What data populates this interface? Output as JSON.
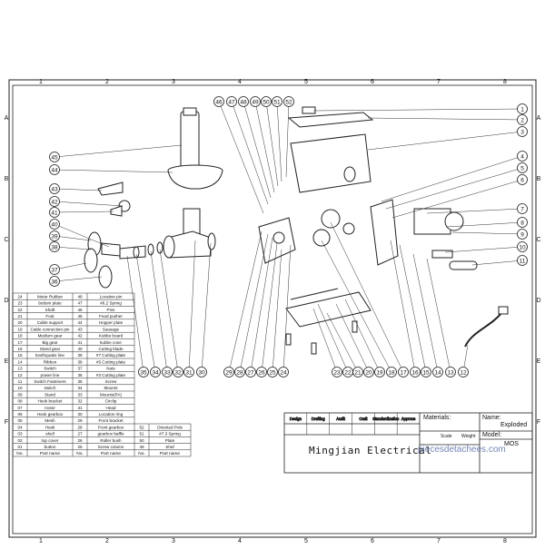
{
  "frame": {
    "cols_top": [
      "1",
      "2",
      "3",
      "4",
      "5",
      "6",
      "7",
      "8"
    ],
    "rows_left": [
      "A",
      "B",
      "C",
      "D",
      "E",
      "F"
    ]
  },
  "callouts": [
    "1",
    "2",
    "3",
    "4",
    "5",
    "6",
    "7",
    "8",
    "9",
    "10",
    "11",
    "12",
    "13",
    "14",
    "15",
    "16",
    "17",
    "18",
    "19",
    "20",
    "21",
    "22",
    "23",
    "24",
    "25",
    "26",
    "27",
    "28",
    "29",
    "30",
    "31",
    "32",
    "33",
    "34",
    "35",
    "36",
    "37",
    "38",
    "39",
    "40",
    "41",
    "42",
    "43",
    "44",
    "45",
    "46",
    "47",
    "48",
    "49",
    "50",
    "51",
    "52"
  ],
  "parts_table": {
    "headers": [
      "No.",
      "Part name",
      "No.",
      "Part name",
      "No.",
      "Part name"
    ],
    "rows": [
      [
        "24",
        "Motor Rubber",
        "48",
        "Location pin"
      ],
      [
        "23",
        "bottom plate",
        "47",
        "#6.2 Spring"
      ],
      [
        "22",
        "Shaft",
        "46",
        "Pins"
      ],
      [
        "21",
        "Foot",
        "45",
        "Food pusher"
      ],
      [
        "20",
        "Cable support",
        "44",
        "Hopper plate"
      ],
      [
        "19",
        "Cable connection pin",
        "43",
        "Sausage"
      ],
      [
        "18",
        "Medium gear",
        "42",
        "Kubbe board"
      ],
      [
        "17",
        "Big gear",
        "41",
        "kubbe cone"
      ],
      [
        "16",
        "Stand gear",
        "40",
        "Cutting blade"
      ],
      [
        "15",
        "Earthquake line",
        "39",
        "#7 Cutting plate"
      ],
      [
        "14",
        "Ribbon",
        "38",
        "#5 Cutting plate"
      ],
      [
        "13",
        "Switch",
        "37",
        "Nuts"
      ],
      [
        "12",
        "power line",
        "36",
        "#3 Cutting plate"
      ],
      [
        "11",
        "Switch Fasteners",
        "35",
        "Screw"
      ],
      [
        "10",
        "switch",
        "34",
        "Mounts"
      ],
      [
        "09",
        "Stand",
        "33",
        "Mounts(PA)"
      ],
      [
        "08",
        "Hook bracket",
        "32",
        "Circlip"
      ],
      [
        "07",
        "motor",
        "31",
        "Head"
      ],
      [
        "06",
        "Hook gearbox",
        "30",
        "Location ring"
      ],
      [
        "05",
        "Mesh",
        "29",
        "Front bracket"
      ],
      [
        "04",
        "Hook",
        "28",
        "Front gearbox",
        "52",
        "Oriented Pole"
      ],
      [
        "03",
        "shell",
        "27",
        "gearbox baffle",
        "51",
        "#7.3 Spring"
      ],
      [
        "02",
        "top cover",
        "26",
        "Roller bush",
        "50",
        "Plate"
      ],
      [
        "01",
        "button",
        "25",
        "Screw column",
        "49",
        "Shaf"
      ]
    ]
  },
  "title_block": {
    "sign_row": [
      "Design",
      "Drafting",
      "Audit",
      "Craft",
      "Standardization",
      "Approve"
    ],
    "materials_label": "Materials:",
    "name_label": "Name:",
    "name_value": "Exploded",
    "scale_label": "Scale",
    "weight_label": "Weight",
    "model_label": "Model:",
    "model_value": "MOS",
    "company": "Mingjian Electrical"
  },
  "watermark": "piecesdetachees.com",
  "colors": {
    "line": "#1a1a1a",
    "watermark": "#5a6fa8"
  }
}
